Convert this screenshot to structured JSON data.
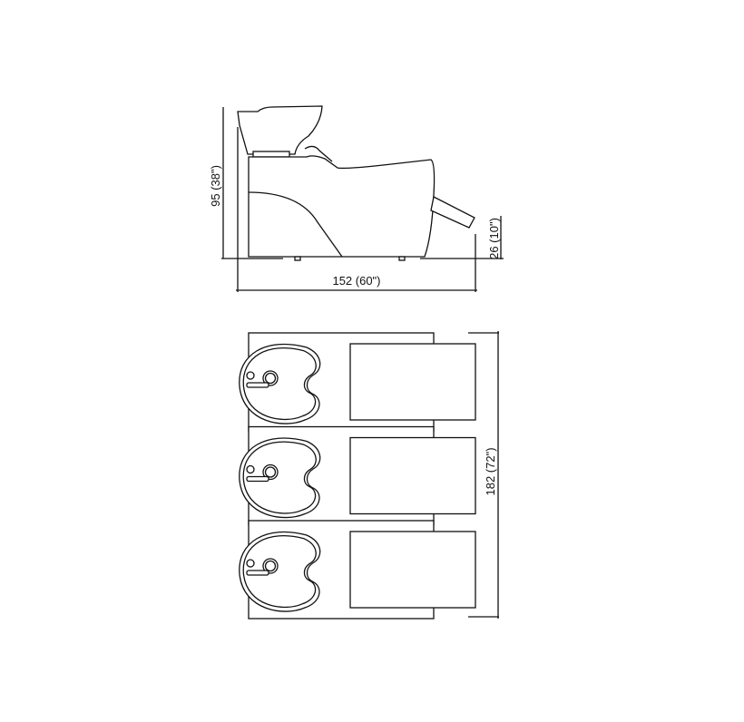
{
  "side_view": {
    "height_label": "95 (38\")",
    "length_label": "152 (60\")",
    "seat_height_label": "26 (10\")"
  },
  "top_view": {
    "units": 3,
    "total_length_label": "182 (72\")"
  },
  "colors": {
    "line": "#111111",
    "background": "#ffffff"
  }
}
